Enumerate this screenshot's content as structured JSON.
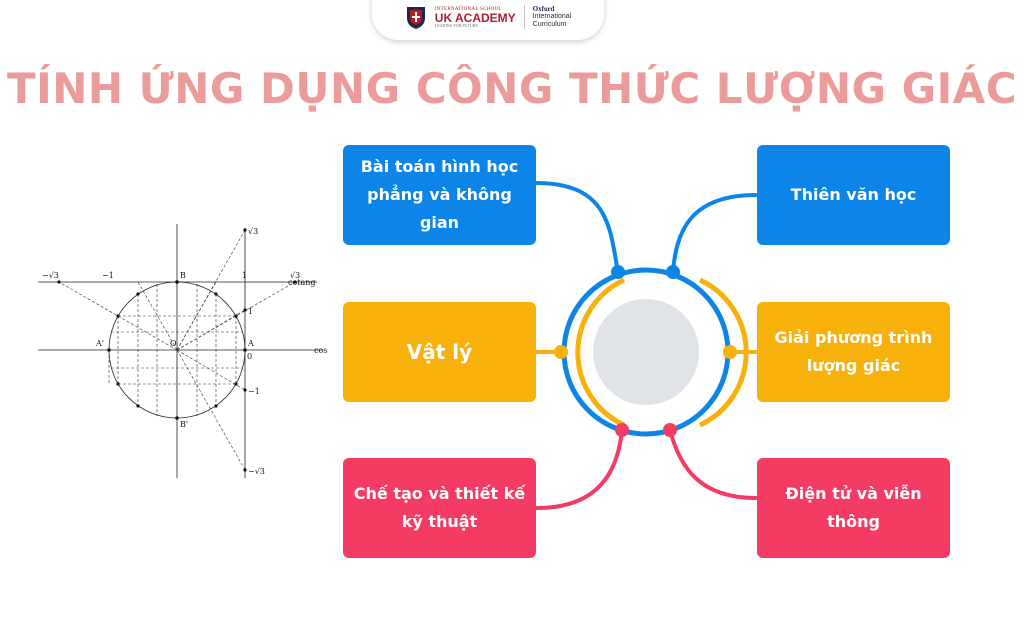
{
  "header": {
    "school_small": "INTERNATIONAL SCHOOL",
    "school_name": "UK ACADEMY",
    "school_tagline": "LEADING FOR FUTURE",
    "partner_line1": "Oxford",
    "partner_line2": "International",
    "partner_line3": "Curriculum"
  },
  "title": "TÍNH ỨNG DỤNG CÔNG THỨC LƯỢNG GIÁC",
  "colors": {
    "title": "#ec9b9b",
    "blue": "#0d84e8",
    "orange": "#f8b00a",
    "pink": "#f33b64",
    "hub": "#dfe3e7"
  },
  "nodes": {
    "top_left": "Bài toán hình học phẳng và không gian",
    "top_right": "Thiên văn học",
    "mid_left": "Vật lý",
    "mid_right": "Giải phương trình lượng giác",
    "bottom_left": "Chế tạo và thiết kế kỹ thuật",
    "bottom_right": "Điện tử và viễn thông"
  },
  "trig_labels": {
    "cotang": "cotang",
    "cos": "cos",
    "sqrt3": "√3",
    "neg_sqrt3": "−√3",
    "one": "1",
    "neg_one": "−1",
    "zero": "0",
    "b": "B",
    "b_prime": "B'",
    "a": "A",
    "a_prime": "A'",
    "origin": "O"
  }
}
